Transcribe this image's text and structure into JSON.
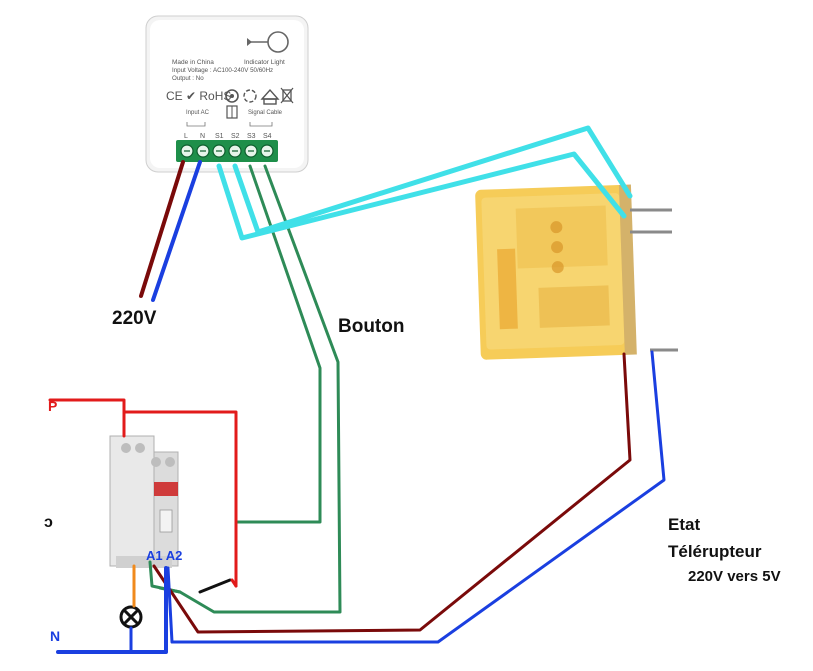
{
  "labels": {
    "power": "220V",
    "button": "Bouton",
    "status_line1": "Etat",
    "status_line2": "Télérupteur",
    "status_line3": "220V vers 5V",
    "phase": "P",
    "neutral": "N",
    "coil_terminals": "A1 A2",
    "side_mark": "ɔ"
  },
  "module": {
    "made_in": "Made in China",
    "indicator": "Indicator Light",
    "input_voltage": "Input Voltage : AC100-240V 50/60Hz",
    "output": "Output : No",
    "marks": "CE ✔ RoHS",
    "input_label": "Input AC",
    "signal_label": "Signal Cable",
    "terminals": [
      "L",
      "N",
      "S1",
      "S2",
      "S3",
      "S4"
    ]
  },
  "colors": {
    "phase_wire": "#e21b1b",
    "neutral_wire": "#1a3fe0",
    "live_dark": "#7a0a0a",
    "button_wire": "#2e8b57",
    "signal_wire": "#40e0e8",
    "relay_body": "#f5c84a",
    "terminal_green": "#1e8f4a"
  }
}
